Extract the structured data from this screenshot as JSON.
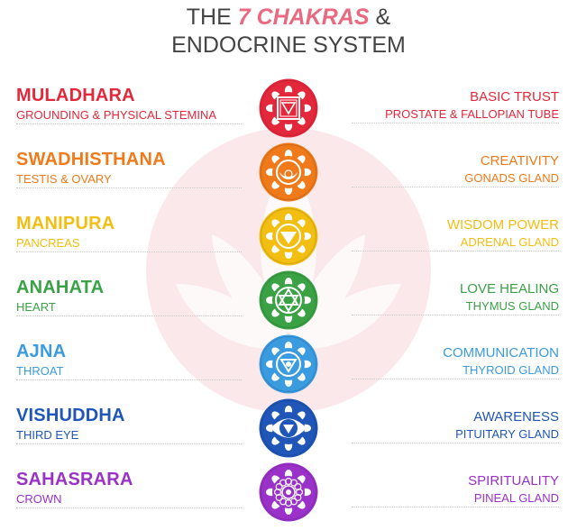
{
  "header": {
    "line1_before": "THE",
    "line1_highlight": "7 CHAKRAS",
    "line1_after": "&",
    "line2": "ENDOCRINE SYSTEM"
  },
  "chakras": [
    {
      "name": "MULADHARA",
      "body": "GROUNDING & PHYSICAL STEMINA",
      "quality": "BASIC TRUST",
      "gland": "PROSTATE & FALLOPIAN TUBE",
      "color": "#e4283b",
      "icon": "square-lotus-symbol"
    },
    {
      "name": "SWADHISTHANA",
      "body": "TESTIS & OVARY",
      "quality": "CREATIVITY",
      "gland": "GONADS GLAND",
      "color": "#f07a1a",
      "icon": "crescent-moon-symbol"
    },
    {
      "name": "MANIPURA",
      "body": "PANCREAS",
      "quality": "WISDOM POWER",
      "gland": "ADRENAL GLAND",
      "color": "#f2be12",
      "icon": "downward-triangle-symbol"
    },
    {
      "name": "ANAHATA",
      "body": "HEART",
      "quality": "LOVE HEALING",
      "gland": "THYMUS GLAND",
      "color": "#3aa245",
      "icon": "six-point-star-symbol"
    },
    {
      "name": "AJNA",
      "body": "THROAT",
      "quality": "COMMUNICATION",
      "gland": "THYROID GLAND",
      "color": "#3a9be0",
      "icon": "triangle-in-circle-symbol"
    },
    {
      "name": "VISHUDDHA",
      "body": "THIRD EYE",
      "quality": "AWARENESS",
      "gland": "PITUITARY GLAND",
      "color": "#1f56b8",
      "icon": "third-eye-symbol"
    },
    {
      "name": "SAHASRARA",
      "body": "CROWN",
      "quality": "SPIRITUALITY",
      "gland": "PINEAL GLAND",
      "color": "#9a31c8",
      "icon": "thousand-petal-lotus-symbol"
    }
  ]
}
